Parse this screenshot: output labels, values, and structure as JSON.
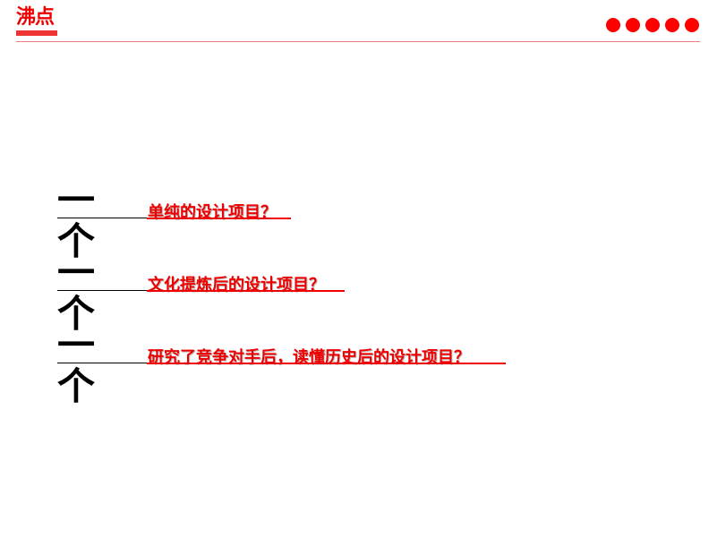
{
  "logo": {
    "text": "沸点"
  },
  "header": {
    "dots_color": "#ff0000",
    "dot_count": 5
  },
  "rows": [
    {
      "prefix": "一个",
      "text": "单纯的设计项目？"
    },
    {
      "prefix": "一个",
      "text": "文化提炼后的设计项目？"
    },
    {
      "prefix": "一个",
      "text": "研究了竞争对手后，读懂历史后的设计项目？"
    }
  ]
}
